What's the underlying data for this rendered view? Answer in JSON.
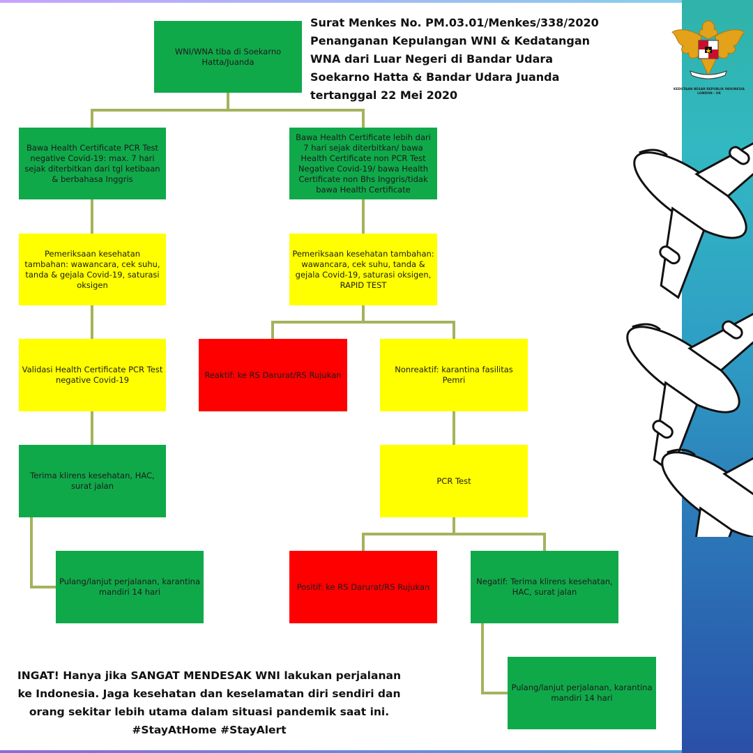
{
  "header": {
    "text": "Surat Menkes No. PM.03.01/Menkes/338/2020\nPenanganan Kepulangan WNI & Kedatangan\nWNA dari Luar Negeri di Bandar Udara\nSoekarno Hatta & Bandar Udara Juanda\ntertanggal 22 Mei 2020"
  },
  "emblem": {
    "icon": "garuda-emblem-icon",
    "caption": "KEDUTAAN BESAR REPUBLIK INDONESIA\nLONDON - UK"
  },
  "colors": {
    "green": "#10a94a",
    "yellow": "#ffff00",
    "red": "#ff0000",
    "connector": "#a3b35c"
  },
  "flowchart": {
    "start": "WNI/WNA tiba di Soekarno Hatta/Juanda",
    "left": {
      "certificate": "Bawa Health Certificate PCR Test negative Covid-19: max. 7 hari sejak diterbitkan dari tgl ketibaan & berbahasa Inggris",
      "exam": "Pemeriksaan kesehatan tambahan: wawancara, cek suhu, tanda & gejala Covid-19, saturasi oksigen",
      "validation": "Validasi Health Certificate PCR Test negative Covid-19",
      "clearance": "Terima klirens kesehatan, HAC, surat jalan",
      "home": "Pulang/lanjut perjalanan, karantina mandiri 14 hari"
    },
    "right": {
      "certificate": "Bawa Health Certificate lebih dari 7 hari sejak diterbitkan/ bawa Health Certificate non PCR Test Negative Covid-19/ bawa Health Certificate non Bhs Inggris/tidak bawa Health Certificate",
      "exam": "Pemeriksaan kesehatan tambahan: wawancara, cek suhu, tanda & gejala Covid-19, saturasi oksigen, RAPID TEST",
      "reactive": "Reaktif: ke RS Darurat/RS Rujukan",
      "nonreactive": "Nonreaktif: karantina fasilitas Pemri",
      "pcr": "PCR Test",
      "positive": "Positif: ke RS Darurat/RS Rujukan",
      "negative": "Negatif: Terima klirens kesehatan, HAC, surat jalan",
      "home": "Pulang/lanjut perjalanan, karantina mandiri 14 hari"
    }
  },
  "footer": {
    "text": "INGAT! Hanya jika SANGAT MENDESAK WNI lakukan perjalanan ke Indonesia. Jaga kesehatan dan keselamatan diri sendiri dan orang sekitar lebih utama dalam situasi pandemik saat ini. #StayAtHome #StayAlert"
  },
  "decoration": {
    "icon": "airplane-outline-icon"
  }
}
